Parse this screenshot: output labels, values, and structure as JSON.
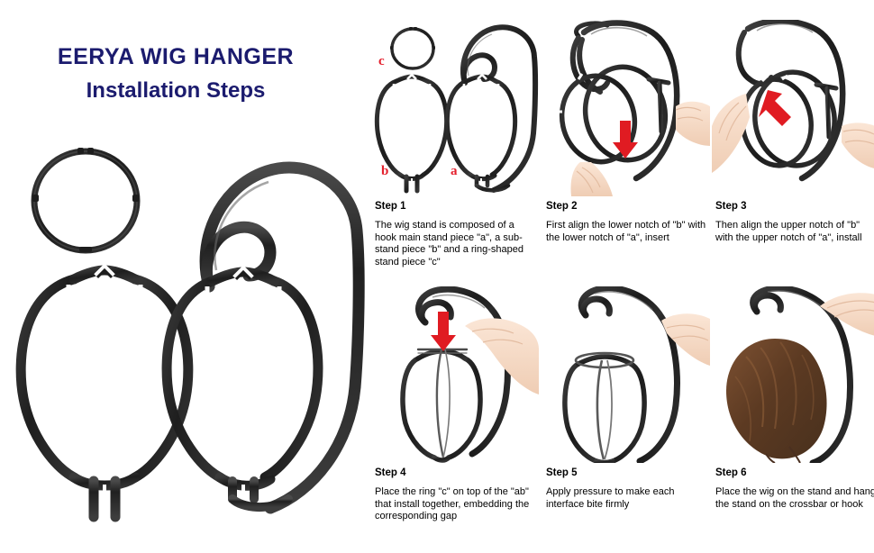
{
  "brand": {
    "title": "EERYA WIG HANGER",
    "subtitle": "Installation Steps"
  },
  "colors": {
    "title": "#1b1b6e",
    "label_red": "#e4202d",
    "arrow_red": "#e01b22",
    "plastic_black": "#262626",
    "wig_brown": "#6b4329",
    "skin": "#f6ddcc",
    "background": "#ffffff"
  },
  "parts": {
    "a": {
      "letter": "a",
      "name": "hook main stand piece"
    },
    "b": {
      "letter": "b",
      "name": "sub-stand piece"
    },
    "c": {
      "letter": "c",
      "name": "ring-shaped stand piece"
    }
  },
  "hero": {
    "alt": "Three black plastic wig stand parts: ring c, oval sub-stand b, and hook main stand a"
  },
  "steps": [
    {
      "label": "Step 1",
      "text": "The wig stand is composed of a hook main stand piece \"a\", a sub-stand piece \"b\" and a ring-shaped stand piece \"c\"",
      "figure": "parts-layout",
      "arrow": "none"
    },
    {
      "label": "Step 2",
      "text": "First align the lower notch of \"b\" with the lower notch of \"a\", insert",
      "figure": "insert-lower-notch",
      "arrow": "down"
    },
    {
      "label": "Step 3",
      "text": "Then align the upper notch of \"b\" with the upper notch of \"a\", install",
      "figure": "install-upper-notch",
      "arrow": "up-left"
    },
    {
      "label": "Step 4",
      "text": "Place the ring \"c\" on top of the \"ab\" that install together, embedding the corresponding gap",
      "figure": "place-ring",
      "arrow": "down"
    },
    {
      "label": "Step 5",
      "text": "Apply pressure to make each interface bite firmly",
      "figure": "assembled-stand",
      "arrow": "none"
    },
    {
      "label": "Step 6",
      "text": "Place the wig on the stand and hang the stand on the crossbar or hook",
      "figure": "wig-on-stand",
      "arrow": "none"
    }
  ]
}
